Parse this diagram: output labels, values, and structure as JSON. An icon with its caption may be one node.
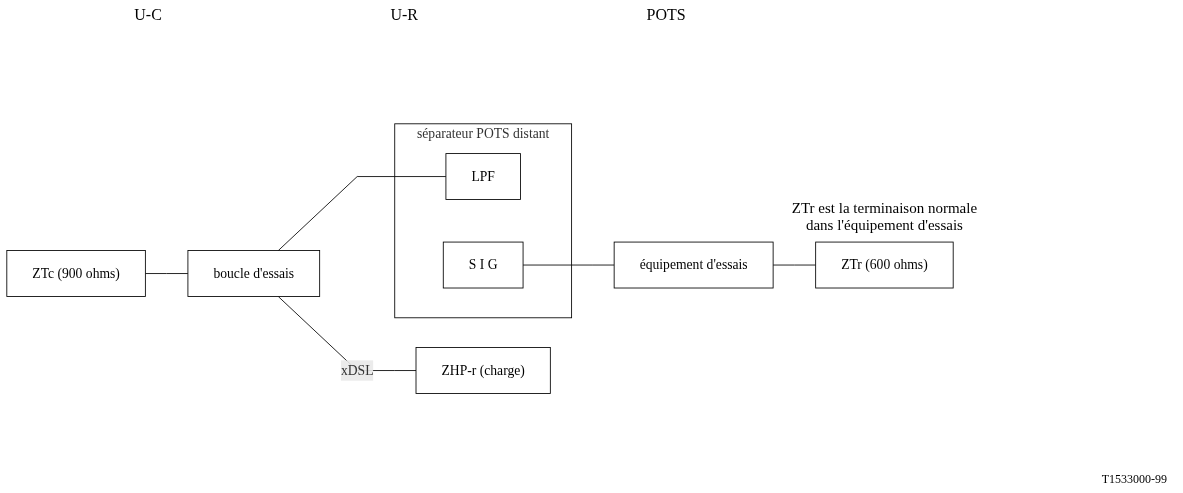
{
  "diagram": {
    "nodes": [
      {
        "text": [
          "ZTc (900 ohms)"
        ]
      },
      {
        "text": [
          "boucle d'essais"
        ]
      },
      {
        "text": [
          "séparateur POTS distant"
        ]
      },
      {
        "text": [
          "LPF"
        ],
        "in": 2
      },
      {
        "text": [
          "S I G"
        ],
        "in": 2
      },
      {
        "text": [
          "ZHP-r (charge)"
        ]
      },
      {
        "text": [
          "équipement d'essais"
        ]
      },
      {
        "text": [
          "ZTr (600 ohms)"
        ],
        "beside": [
          "ZTr est la terminaison normale dans l'équipement d'essais"
        ]
      }
    ],
    "edges": [
      {
        "from": 0,
        "to": 1,
        "arrow": "none"
      },
      {
        "from": 1,
        "to": 3,
        "arrow": "none"
      },
      {
        "from": 1,
        "to": 5,
        "arrow": "none",
        "label": "xDSL"
      },
      {
        "from": 4,
        "to": 6,
        "arrow": "none"
      },
      {
        "from": 6,
        "to": 7,
        "arrow": "none"
      }
    ],
    "labels": [
      "U-C",
      "U-R",
      "POTS",
      "T1533000-99"
    ]
  }
}
